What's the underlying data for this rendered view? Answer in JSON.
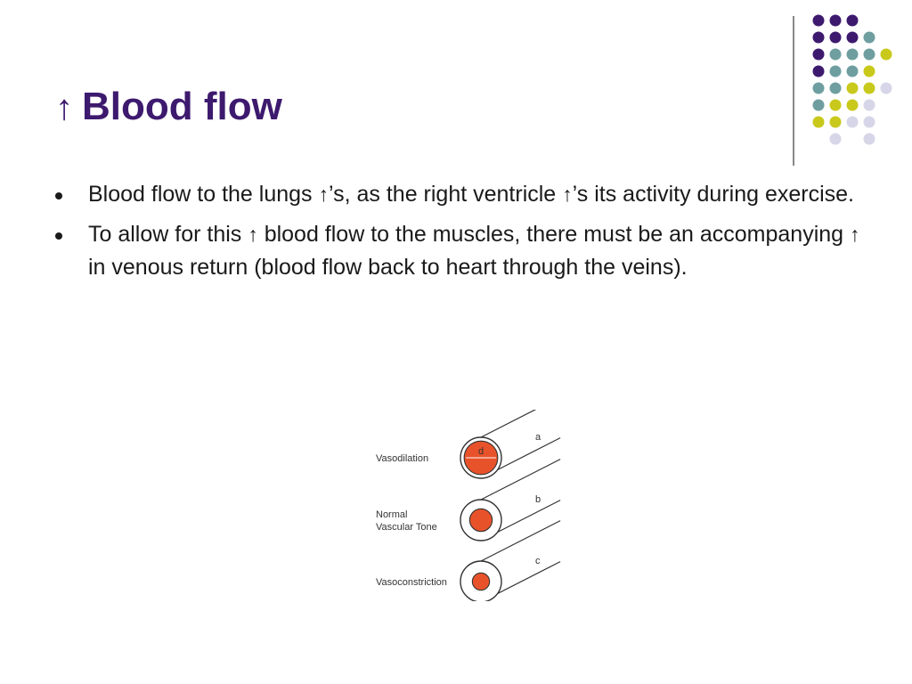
{
  "slide": {
    "title": {
      "arrow": "↑",
      "text": "Blood flow"
    },
    "bullets": [
      {
        "parts": [
          "Blood flow to the lungs ",
          "↑",
          "’s, as the right ventricle ",
          "↑",
          "’s its activity during exercise."
        ]
      },
      {
        "parts": [
          "To allow for this ",
          "↑",
          " blood flow to the muscles, there must be an accompanying ",
          "↑",
          " in venous return (blood flow back to heart through the veins)."
        ]
      }
    ]
  },
  "diagram": {
    "vessels": [
      {
        "label_lines": [
          "Vasodilation"
        ],
        "letter": "a",
        "lumen_fraction": 0.82,
        "inner_label": "d"
      },
      {
        "label_lines": [
          "Normal",
          "Vascular Tone"
        ],
        "letter": "b",
        "lumen_fraction": 0.55
      },
      {
        "label_lines": [
          "Vasoconstriction"
        ],
        "letter": "c",
        "lumen_fraction": 0.42
      }
    ]
  },
  "colors": {
    "title": "#3d1a6e",
    "dark_purple": "#3d1a6e",
    "teal": "#6f9ea0",
    "yellow": "#c9c91c",
    "lavender": "#d6d6e8",
    "divider": "#888888",
    "vessel_wall": "#333333",
    "blood": "#e8522a",
    "text": "#1a1a1a"
  },
  "decor_dots": [
    [
      "purple",
      "purple",
      "purple",
      null,
      null
    ],
    [
      "purple",
      "purple",
      "purple",
      "teal",
      null
    ],
    [
      "purple",
      "teal",
      "teal",
      "teal",
      "yellow"
    ],
    [
      "purple",
      "teal",
      "teal",
      "yellow",
      null
    ],
    [
      "teal",
      "teal",
      "yellow",
      "yellow",
      "lavender"
    ],
    [
      "teal",
      "yellow",
      "yellow",
      "lavender",
      null
    ],
    [
      "yellow",
      "yellow",
      "lavender",
      "lavender",
      null
    ],
    [
      null,
      "lavender",
      null,
      "lavender",
      null
    ]
  ]
}
